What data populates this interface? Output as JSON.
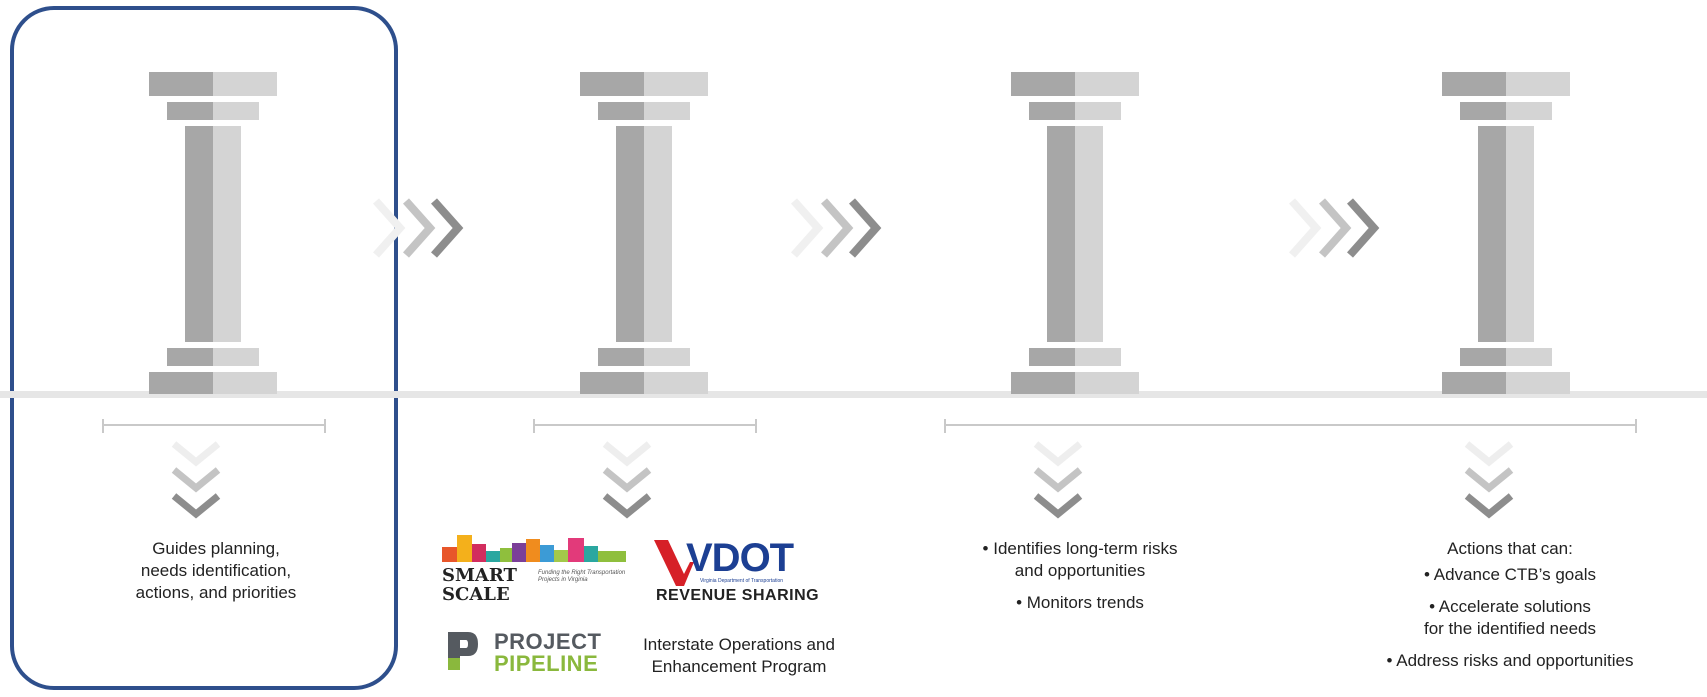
{
  "pillars": [
    "pillar-1",
    "pillar-2",
    "pillar-3",
    "pillar-4"
  ],
  "columns": [
    {
      "lines": [
        "Guides planning,",
        "needs identification,",
        "actions, and priorities"
      ]
    },
    {
      "logos": {
        "smart_scale": {
          "word1": "SMART",
          "word2": "SCALE",
          "tagline": "Funding the Right Transportation Projects in Virginia",
          "colors": [
            "#e8562a",
            "#f4b01b",
            "#7b3f98",
            "#2aa7a0",
            "#8fbf3d",
            "#e23a7a",
            "#f08c1e",
            "#3c9bd6",
            "#a3c94a",
            "#d22d5e"
          ]
        },
        "vdot": {
          "name": "VDOT",
          "subtitle": "Virginia Department of Transportation",
          "program": "REVENUE SHARING",
          "accent_red": "#d62027",
          "accent_blue": "#1c3f93"
        },
        "project_pipeline": {
          "word1": "PROJECT",
          "word2": "PIPELINE",
          "word1_color": "#555a60",
          "word2_color": "#8ab83d"
        },
        "iop": [
          "Interstate Operations and",
          "Enhancement Program"
        ]
      }
    },
    {
      "lines": [
        "• Identifies long-term risks",
        "and opportunities",
        "• Monitors trends"
      ]
    },
    {
      "lines": [
        "Actions that can:",
        "• Advance CTB’s goals",
        "• Accelerate solutions",
        "for the identified needs",
        "• Address risks and opportunities"
      ]
    }
  ],
  "colors": {
    "highlight_border": "#2e4f8c",
    "pillar_dark": "#a7a7a7",
    "pillar_light": "#d4d4d4",
    "chevron": "#8d8d8d",
    "ground": "#e6e6e6"
  },
  "icons": [
    "pillar-icon",
    "chevron-right-icon",
    "chevron-down-icon"
  ]
}
